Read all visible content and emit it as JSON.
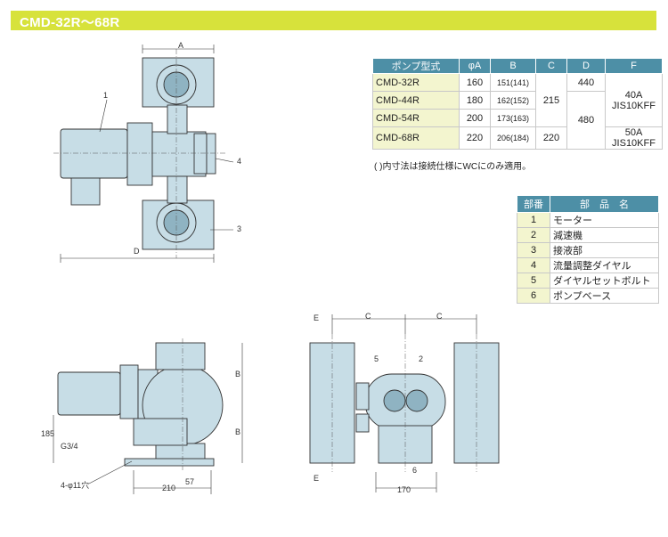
{
  "header": {
    "title": "CMD-32R〜68R"
  },
  "spec_table": {
    "headers": [
      "ポンプ型式",
      "φA",
      "B",
      "C",
      "D",
      "F"
    ],
    "rows": [
      {
        "model": "CMD-32R",
        "a": "160",
        "b": "151(141)"
      },
      {
        "model": "CMD-44R",
        "a": "180",
        "b": "162(152)"
      },
      {
        "model": "CMD-54R",
        "a": "200",
        "b": "173(163)"
      },
      {
        "model": "CMD-68R",
        "a": "220",
        "b": "206(184)"
      }
    ],
    "c_shared": "215",
    "c_last": "220",
    "d_first": "440",
    "d_shared": "480",
    "f_shared": "40A JIS10KFF",
    "f_last": "50A JIS10KFF",
    "note": "( )内寸法は接続仕様にWCにのみ適用。"
  },
  "parts_table": {
    "headers": [
      "部番",
      "部　品　名"
    ],
    "rows": [
      {
        "no": "1",
        "name": "モーター"
      },
      {
        "no": "2",
        "name": "減速機"
      },
      {
        "no": "3",
        "name": "接液部"
      },
      {
        "no": "4",
        "name": "流量調整ダイヤル"
      },
      {
        "no": "5",
        "name": "ダイヤルセットボルト"
      },
      {
        "no": "6",
        "name": "ポンプベース"
      }
    ]
  },
  "drawing_labels": {
    "dim_a": "A",
    "dim_d": "D",
    "dim_b": "B",
    "dim_c": "C",
    "dim_e": "E",
    "dim_185": "185",
    "dim_g34": "G3/4",
    "dim_bolt": "4-φ11穴",
    "dim_210": "210",
    "dim_57": "57",
    "dim_170": "170",
    "callout_1": "1",
    "callout_2": "2",
    "callout_3": "3",
    "callout_4": "4",
    "callout_5": "5",
    "callout_6": "6"
  },
  "colors": {
    "header": "#d7e23b",
    "table_head": "#4d8fa6",
    "model_cell": "#f3f5cf",
    "pump_body": "#c7dde6"
  }
}
